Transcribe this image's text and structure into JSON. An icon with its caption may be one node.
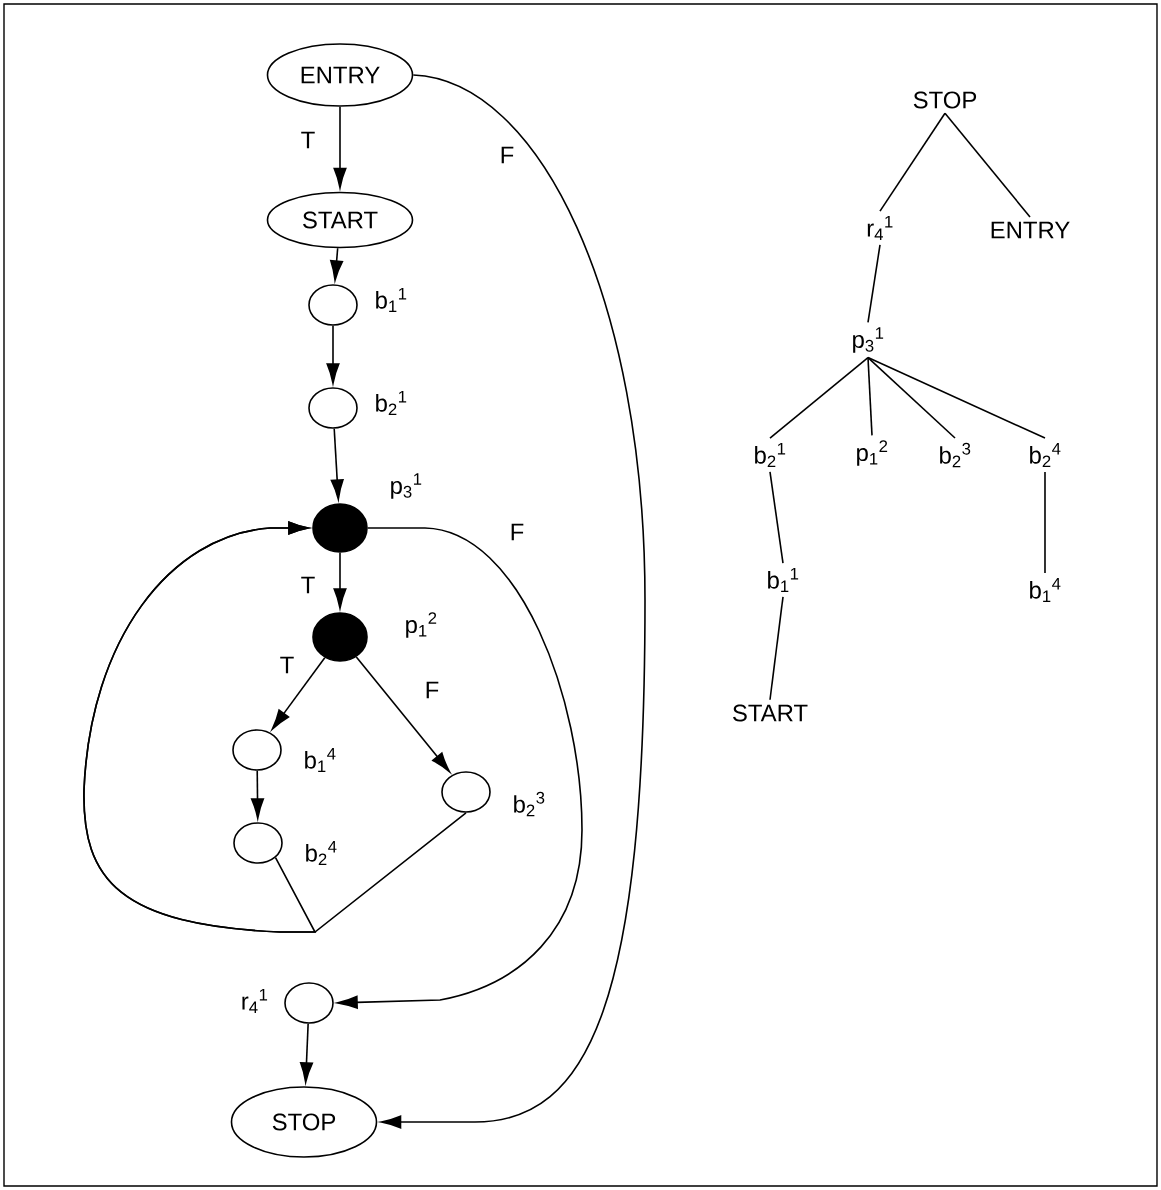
{
  "diagram": {
    "nodes": [
      {
        "text": [
          "ENTRY"
        ]
      },
      {
        "text": [
          "START"
        ]
      },
      {
        "text": [],
        "shape": "circle",
        "beside": [
          "b$_{1}$$^{1}$"
        ]
      },
      {
        "text": [],
        "shape": "circle",
        "beside": [
          "b$_{2}$$^{1}$"
        ]
      },
      {
        "text": [],
        "shape": "dot",
        "beside": [
          "p$_{3}$$^{1}$"
        ]
      },
      {
        "text": [],
        "shape": "dot",
        "beside": [
          "p$_{1}$$^{2}$"
        ]
      },
      {
        "text": [],
        "shape": "circle",
        "beside": [
          "b$_{1}$$^{4}$"
        ]
      },
      {
        "text": [],
        "shape": "circle",
        "beside": [
          "b$_{2}$$^{3}$"
        ]
      },
      {
        "text": [],
        "shape": "circle",
        "beside": [
          "b$_{2}$$^{4}$"
        ]
      },
      {
        "text": [],
        "shape": "circle",
        "beside": [
          "r$_{4}$$^{1}$"
        ]
      },
      {
        "text": [
          "STOP"
        ]
      },
      {
        "text": [
          "STOP"
        ]
      },
      {
        "text": [
          "r$_{4}$$^{1}$"
        ]
      },
      {
        "text": [
          "ENTRY"
        ]
      },
      {
        "text": [
          "p$_{3}$$^{1}$"
        ]
      },
      {
        "text": [
          "b$_{2}$$^{1}$"
        ]
      },
      {
        "text": [
          "p$_{1}$$^{2}$"
        ]
      },
      {
        "text": [
          "b$_{2}$$^{3}$"
        ]
      },
      {
        "text": [
          "b$_{2}$$^{4}$"
        ]
      },
      {
        "text": [
          "b$_{1}$$^{1}$"
        ]
      },
      {
        "text": [
          "START"
        ]
      },
      {
        "text": [
          "b$_{1}$$^{4}$"
        ]
      }
    ],
    "edges": [
      {
        "from": 0,
        "to": 1,
        "arrow": "to",
        "label": "T"
      },
      {
        "from": 0,
        "to": 10,
        "arrow": "to",
        "label": "F"
      },
      {
        "from": 1,
        "to": 2,
        "arrow": "to"
      },
      {
        "from": 2,
        "to": 3,
        "arrow": "to"
      },
      {
        "from": 3,
        "to": 4,
        "arrow": "to"
      },
      {
        "from": 4,
        "to": 5,
        "arrow": "to",
        "label": "T"
      },
      {
        "from": 4,
        "to": 9,
        "arrow": "to",
        "label": "F"
      },
      {
        "from": 5,
        "to": 6,
        "arrow": "to",
        "label": "T"
      },
      {
        "from": 5,
        "to": 7,
        "arrow": "to",
        "label": "F"
      },
      {
        "from": 6,
        "to": 8,
        "arrow": "to"
      },
      {
        "from": 8,
        "to": 4,
        "arrow": "to"
      },
      {
        "from": 7,
        "to": 4,
        "arrow": "to"
      },
      {
        "from": 9,
        "to": 10,
        "arrow": "to"
      },
      {
        "from": 11,
        "to": 12,
        "arrow": "none"
      },
      {
        "from": 11,
        "to": 13,
        "arrow": "none"
      },
      {
        "from": 12,
        "to": 14,
        "arrow": "none"
      },
      {
        "from": 14,
        "to": 15,
        "arrow": "none"
      },
      {
        "from": 14,
        "to": 16,
        "arrow": "none"
      },
      {
        "from": 14,
        "to": 17,
        "arrow": "none"
      },
      {
        "from": 14,
        "to": 18,
        "arrow": "none"
      },
      {
        "from": 15,
        "to": 19,
        "arrow": "none"
      },
      {
        "from": 18,
        "to": 21,
        "arrow": "none"
      },
      {
        "from": 19,
        "to": 20,
        "arrow": "none"
      }
    ]
  }
}
